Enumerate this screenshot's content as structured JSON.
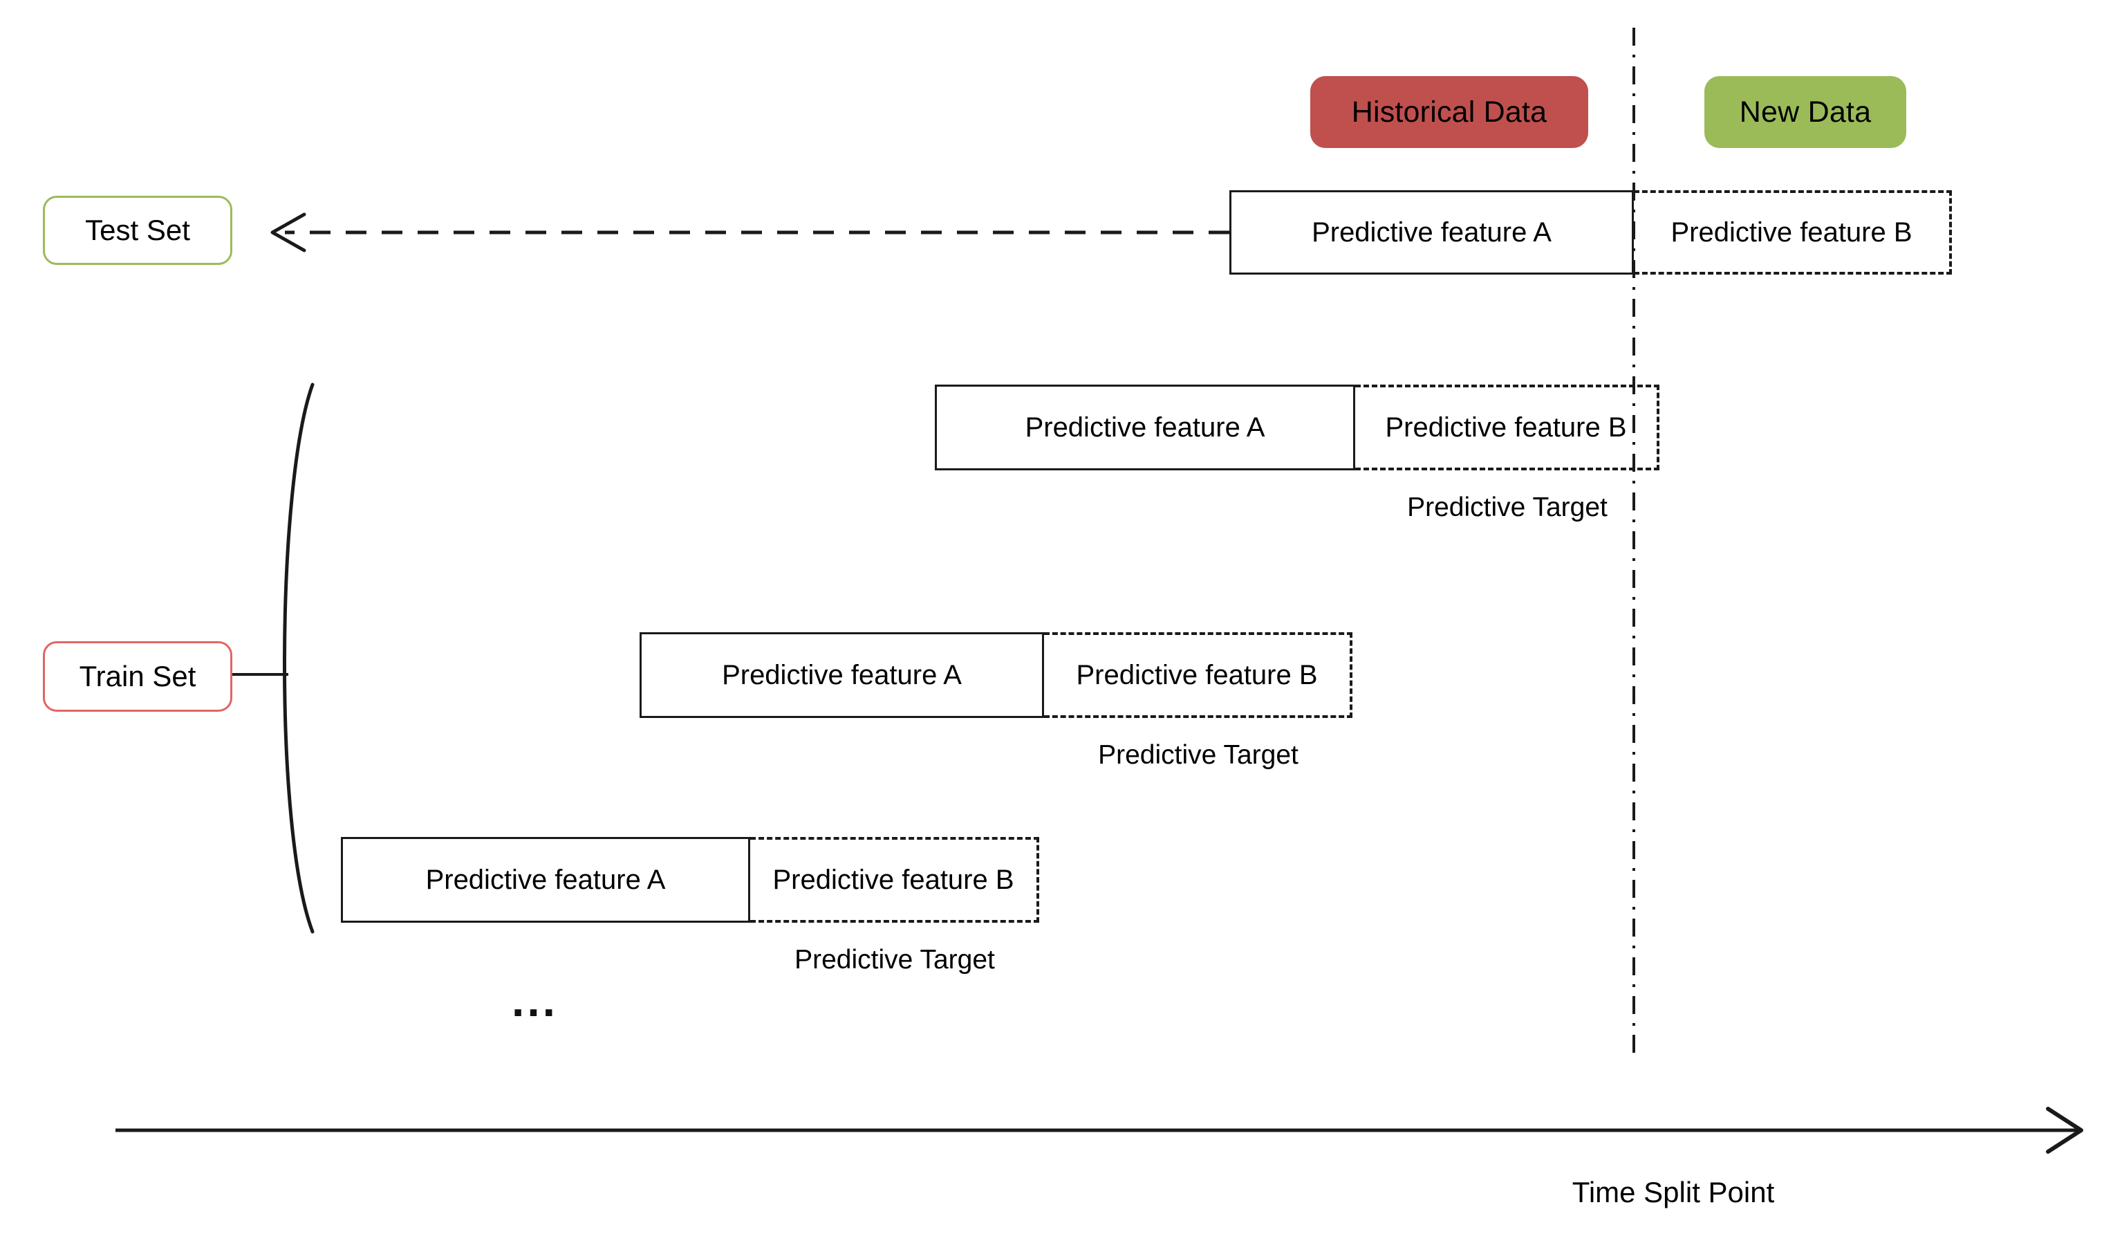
{
  "diagram": {
    "title": "Time series train/test split with rolling windows",
    "colors": {
      "historical_badge": "#C0504D",
      "new_badge": "#9BBB59",
      "test_set_border": "#9BBB59",
      "train_set_border": "#E06666",
      "line": "#1a1a1a",
      "background": "#ffffff"
    }
  },
  "legend": {
    "historical_label": "Historical Data",
    "new_label": "New Data"
  },
  "set_labels": {
    "test": "Test Set",
    "train": "Train Set"
  },
  "rows": [
    {
      "group": "test",
      "feature_a": "Predictive feature A",
      "feature_b": "Predictive feature B",
      "target": ""
    },
    {
      "group": "train",
      "feature_a": "Predictive feature A",
      "feature_b": "Predictive feature B",
      "target": "Predictive Target"
    },
    {
      "group": "train",
      "feature_a": "Predictive feature A",
      "feature_b": "Predictive feature B",
      "target": "Predictive Target"
    },
    {
      "group": "train",
      "feature_a": "Predictive feature A",
      "feature_b": "Predictive feature B",
      "target": "Predictive Target"
    }
  ],
  "continuation": {
    "ellipsis": "..."
  },
  "axis": {
    "time_split_label": "Time Split Point",
    "time_arrow_icon": "right-arrow-icon"
  }
}
